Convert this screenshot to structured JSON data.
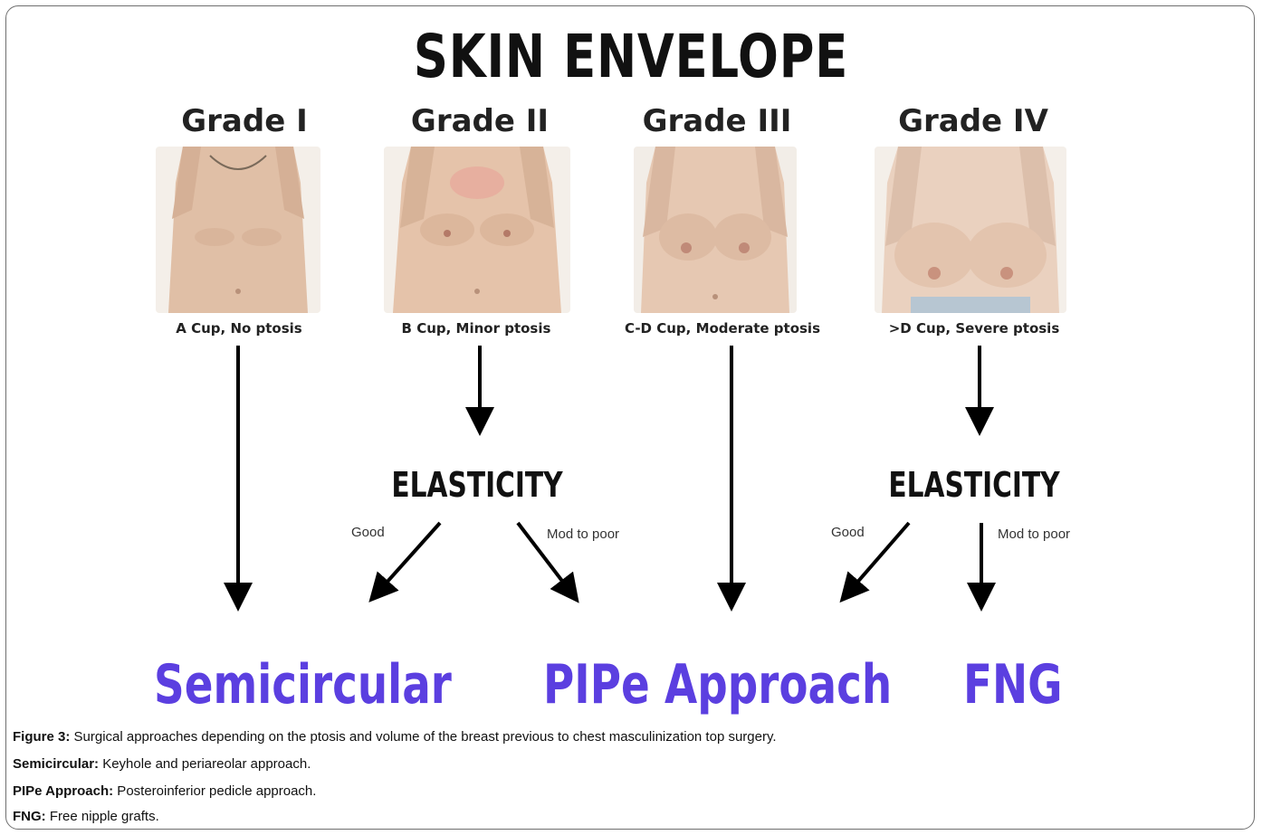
{
  "title": "SKIN ENVELOPE",
  "grades": [
    {
      "label": "Grade I",
      "caption": "A Cup, No ptosis"
    },
    {
      "label": "Grade II",
      "caption": "B Cup, Minor ptosis"
    },
    {
      "label": "Grade III",
      "caption": "C-D Cup, Moderate ptosis"
    },
    {
      "label": "Grade IV",
      "caption": ">D Cup, Severe ptosis"
    }
  ],
  "elasticity": {
    "label": "ELASTICITY",
    "good": "Good",
    "mod_to_poor": "Mod to poor"
  },
  "outcomes": {
    "semicircular": "Semicircular",
    "pipe": "PIPe Approach",
    "fng": "FNG"
  },
  "colors": {
    "outcome": "#5b3fe0",
    "skin": "#e3c2a8"
  },
  "caption": {
    "figure_label": "Figure 3:",
    "figure_text": " Surgical approaches depending on the ptosis and volume of the breast previous to chest masculinization top surgery.",
    "notes": [
      {
        "term": "Semicircular:",
        "text": " Keyhole and periareolar approach."
      },
      {
        "term": "PIPe Approach:",
        "text": " Posteroinferior pedicle approach."
      },
      {
        "term": "FNG:",
        "text": " Free nipple grafts."
      }
    ]
  }
}
